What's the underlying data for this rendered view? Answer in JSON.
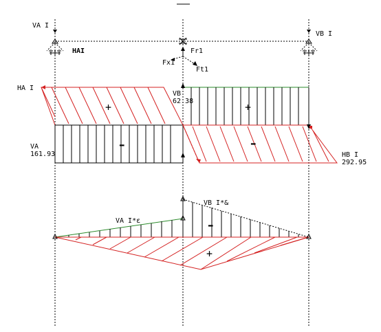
{
  "labels": {
    "va_top": "VA I",
    "vb_top": "VB I",
    "hai": "HAI",
    "fr1": "Fr1",
    "fx1": "Fx1",
    "ft1": "Ft1",
    "ha_left": "HA I",
    "vb_mid": "VB",
    "vb_mid_value": "62.38",
    "va_mid": "VA",
    "va_mid_value": "161.93",
    "hb": "HB I",
    "hb_value": "292.95",
    "va_moment": "VA I*ε",
    "vb_moment": "VB I*&"
  },
  "signs": {
    "plus": "+",
    "minus": "–"
  },
  "colors": {
    "line": "#000000",
    "hatch_red": "#d42020",
    "hatch_green": "#2a8a2a"
  }
}
